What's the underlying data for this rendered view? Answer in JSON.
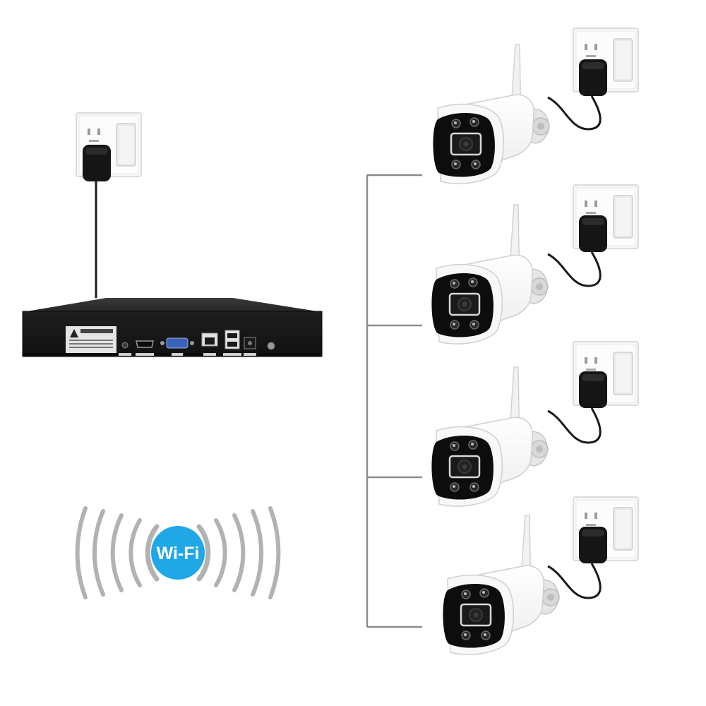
{
  "wifi": {
    "label": "Wi-Fi",
    "badge_color": "#1fa7e6"
  },
  "nvr": {
    "body_color": "#2b2b2b"
  },
  "icons": [
    "wall-outlet-icon",
    "power-adapter-icon",
    "wifi-badge-icon",
    "ip-camera-icon",
    "nvr-recorder-icon"
  ],
  "cameras": [
    {
      "id": "camera-1"
    },
    {
      "id": "camera-2"
    },
    {
      "id": "camera-3"
    },
    {
      "id": "camera-4"
    }
  ]
}
